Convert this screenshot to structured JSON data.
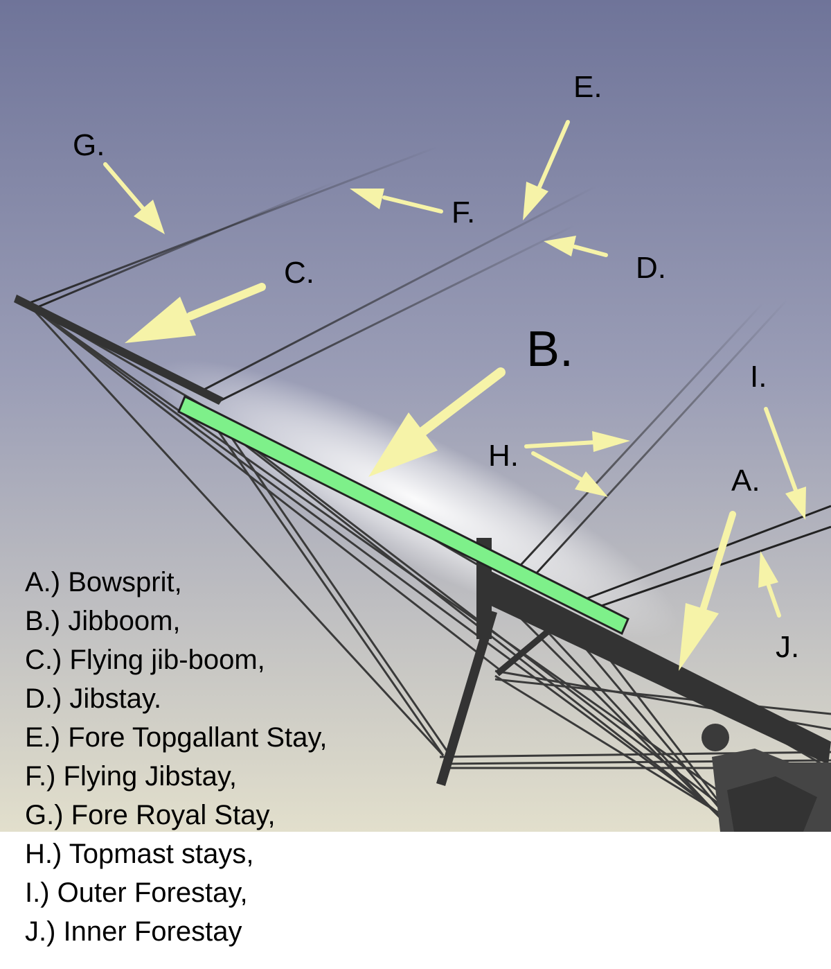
{
  "labels": {
    "a": "A.",
    "b": "B.",
    "c": "C.",
    "d": "D.",
    "e": "E.",
    "f": "F.",
    "g": "G.",
    "h": "H.",
    "i": "I.",
    "j": "J."
  },
  "legend": [
    "A.) Bowsprit,",
    "B.) Jibboom,",
    "C.) Flying jib-boom,",
    "D.) Jibstay.",
    "E.) Fore Topgallant Stay,",
    "F.) Flying Jibstay,",
    "G.) Fore Royal Stay,",
    "H.) Topmast stays,",
    "I.) Outer Forestay,",
    "J.) Inner Forestay"
  ],
  "colors": {
    "sky_top": "#6f7499",
    "sky_mid": "#9a9db6",
    "sky_bottom": "#e2dfcc",
    "spar": "#333333",
    "jibboom_highlight": "#7ef08a",
    "arrow": "#f6f3a8",
    "rigging": "#2a2a2a"
  }
}
